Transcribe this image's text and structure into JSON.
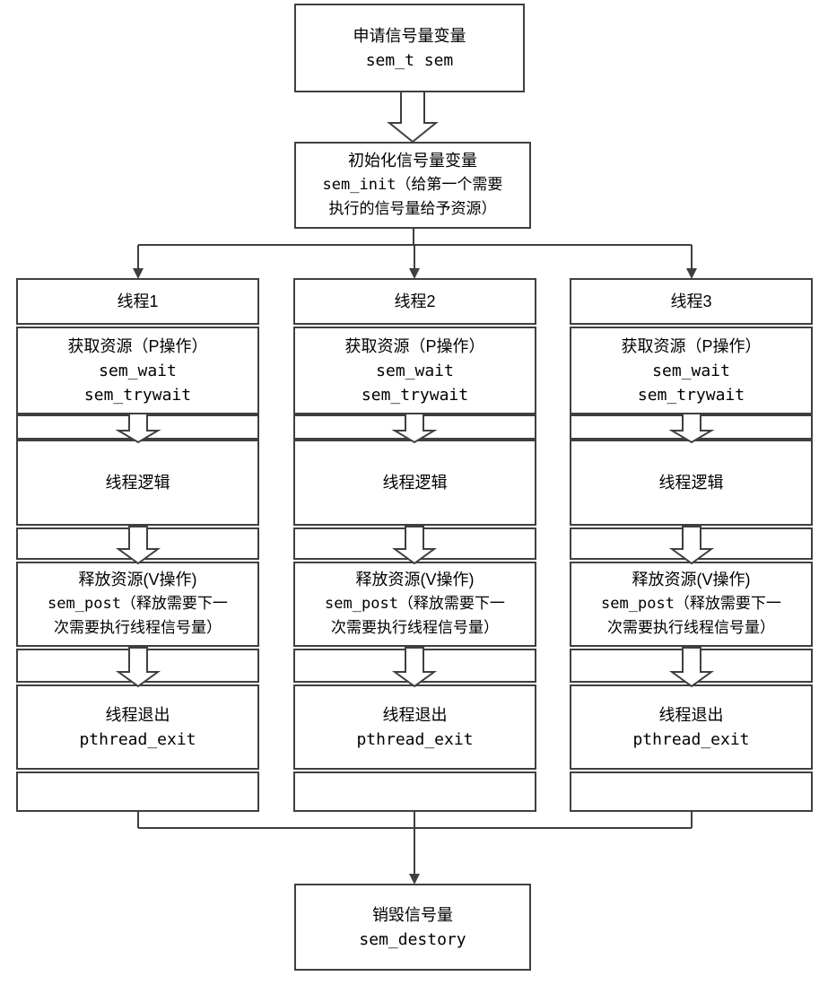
{
  "diagram": {
    "title": "semaphore-thread-flowchart",
    "colors": {
      "line": "#3f3f3f",
      "background": "#ffffff",
      "text": "#000000"
    },
    "top_box": {
      "line1": "申请信号量变量",
      "line2": "sem_t sem"
    },
    "init_box": {
      "line1": "初始化信号量变量",
      "line2": "sem_init（给第一个需要",
      "line3": "执行的信号量给予资源）"
    },
    "threads": [
      {
        "title": "线程1"
      },
      {
        "title": "线程2"
      },
      {
        "title": "线程3"
      }
    ],
    "thread_rows": {
      "acquire": {
        "line1": "获取资源（P操作）",
        "line2": "sem_wait",
        "line3": "sem_trywait"
      },
      "logic": {
        "line1": "线程逻辑"
      },
      "release": {
        "line1": "释放资源(V操作)",
        "line2": "sem_post（释放需要下一",
        "line3": "次需要执行线程信号量）"
      },
      "exit": {
        "line1": "线程退出",
        "line2": "pthread_exit"
      }
    },
    "destroy_box": {
      "line1": "销毁信号量",
      "line2": "sem_destory"
    }
  }
}
